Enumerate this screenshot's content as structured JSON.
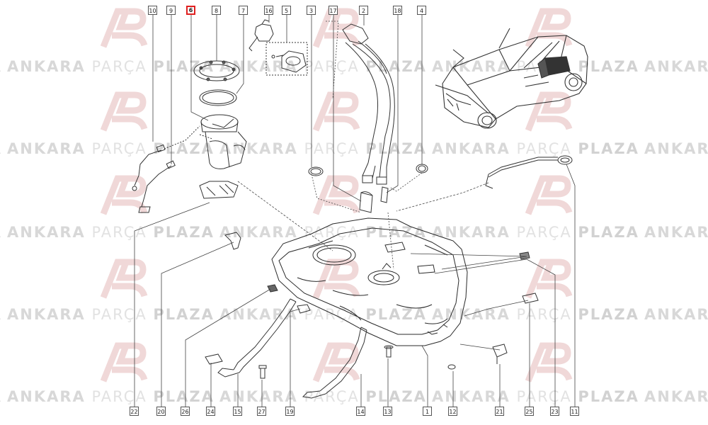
{
  "watermark": {
    "part1": "ANKARA",
    "part2": "PARÇA",
    "part3": "PLAZA"
  },
  "highlight_color": "#e02020",
  "highlighted_part": "6",
  "callouts": {
    "top": [
      "10",
      "9",
      "6",
      "8",
      "7",
      "16",
      "5",
      "3",
      "17",
      "2",
      "18",
      "4"
    ],
    "bottom": [
      "22",
      "20",
      "26",
      "24",
      "15",
      "27",
      "19",
      "14",
      "13",
      "1",
      "12",
      "21",
      "25",
      "23",
      "11"
    ]
  }
}
